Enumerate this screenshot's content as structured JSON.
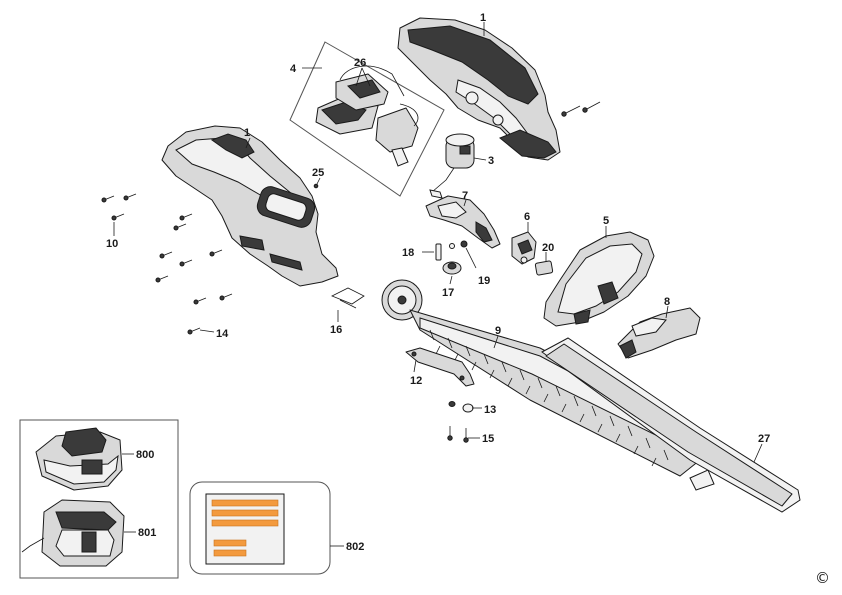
{
  "callouts": {
    "c1a": "1",
    "c1b": "1",
    "c3": "3",
    "c4": "4",
    "c5": "5",
    "c6": "6",
    "c7": "7",
    "c8": "8",
    "c9": "9",
    "c10": "10",
    "c12": "12",
    "c13": "13",
    "c14": "14",
    "c15": "15",
    "c16": "16",
    "c17": "17",
    "c18": "18",
    "c19": "19",
    "c20": "20",
    "c25": "25",
    "c26": "26",
    "c27": "27",
    "c800": "800",
    "c801": "801",
    "c802": "802"
  },
  "copyright": "©",
  "colors": {
    "label_orange": "#f39a3e",
    "line": "#1a1a1a",
    "part_fill": "#d9d9d9"
  }
}
